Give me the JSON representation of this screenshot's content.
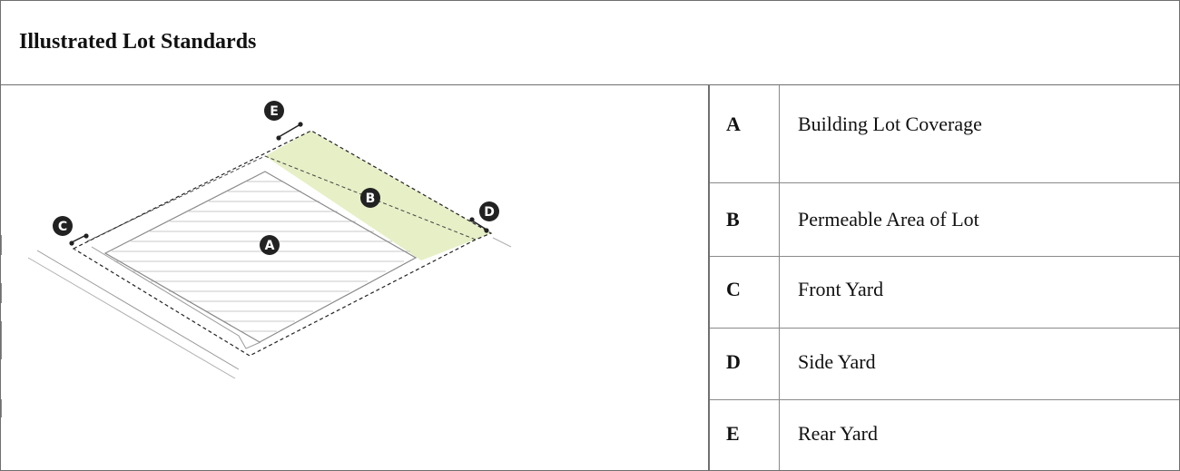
{
  "header": {
    "title": "Illustrated Lot Standards"
  },
  "diagram": {
    "markers": [
      "A",
      "B",
      "C",
      "D",
      "E"
    ],
    "permeable_fill": "#e6efc6"
  },
  "legend": [
    {
      "letter": "A",
      "label": "Building Lot Coverage"
    },
    {
      "letter": "B",
      "label": "Permeable Area of Lot"
    },
    {
      "letter": "C",
      "label": "Front Yard"
    },
    {
      "letter": "D",
      "label": "Side Yard"
    },
    {
      "letter": "E",
      "label": "Rear Yard"
    }
  ]
}
